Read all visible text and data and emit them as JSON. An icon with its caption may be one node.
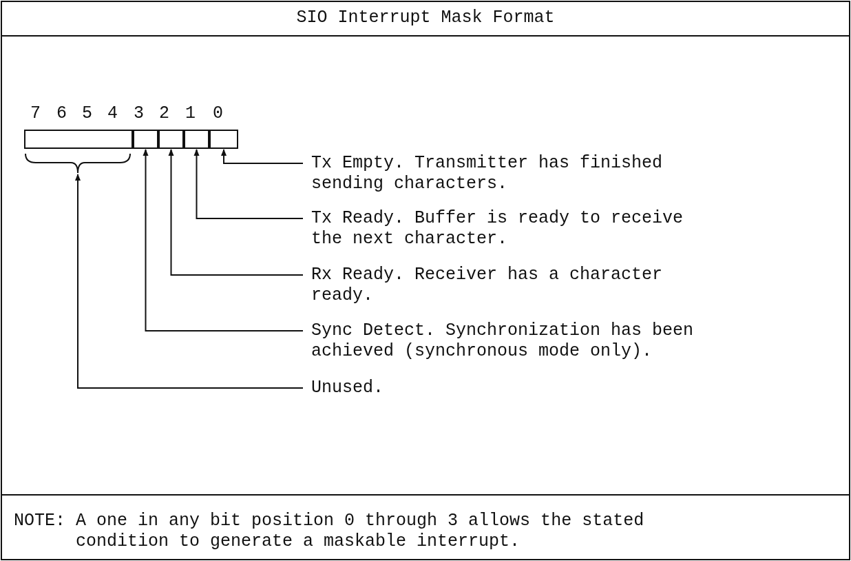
{
  "diagram": {
    "title": "SIO Interrupt Mask Format",
    "nodes": [
      {
        "text": [],
        "shape": "box"
      },
      {
        "text": [],
        "shape": "box"
      },
      {
        "text": [],
        "shape": "box"
      },
      {
        "text": [],
        "shape": "box"
      },
      {
        "text": [],
        "shape": "box"
      },
      {
        "text": [],
        "shape": "brace"
      },
      {
        "text": [
          "Tx Empty. Transmitter has finished sending characters."
        ]
      },
      {
        "text": [
          "Tx Ready. Buffer is ready to receive the next character."
        ]
      },
      {
        "text": [
          "Rx Ready. Receiver has a character ready."
        ]
      },
      {
        "text": [
          "Sync Detect. Synchronization has been achieved (synchronous mode only)."
        ]
      },
      {
        "text": [
          "Unused."
        ]
      }
    ],
    "edges": [
      {
        "from": 6,
        "to": 4,
        "arrow": "to"
      },
      {
        "from": 7,
        "to": 3,
        "arrow": "to"
      },
      {
        "from": 8,
        "to": 2,
        "arrow": "to"
      },
      {
        "from": 9,
        "to": 1,
        "arrow": "to"
      },
      {
        "from": 10,
        "to": 5,
        "arrow": "to"
      }
    ],
    "labels": [
      "7",
      "6",
      "5",
      "4",
      "3",
      "2",
      "1",
      "0",
      "NOTE: A one in any bit position 0 through 3 allows the stated condition to generate a maskable interrupt."
    ]
  }
}
